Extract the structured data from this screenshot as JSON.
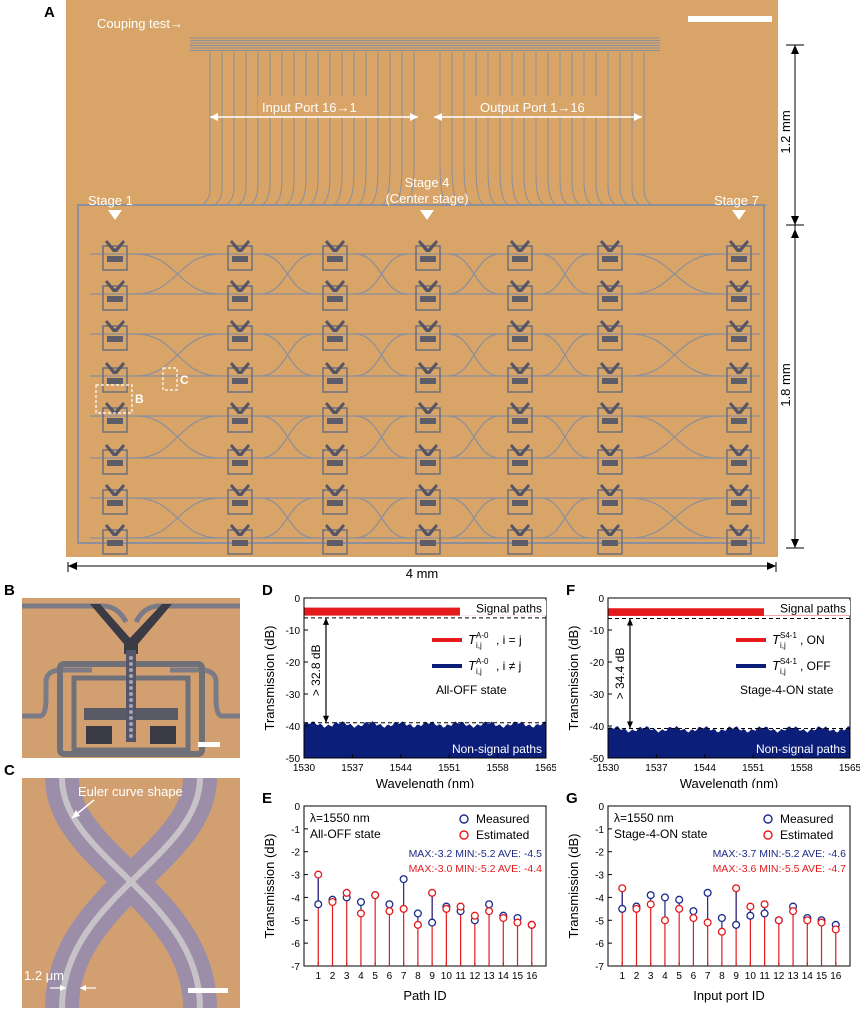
{
  "panel_letters": {
    "a": "A",
    "b": "B",
    "c": "C",
    "d": "D",
    "e": "E",
    "f": "F",
    "g": "G"
  },
  "panel_a": {
    "coupling_label": "Couping test→",
    "input_label": "Input Port 16→1",
    "output_label": "Output Port 1→16",
    "stage1": "Stage 1",
    "stage4_line1": "Stage 4",
    "stage4_line2": "(Center stage)",
    "stage7": "Stage 7",
    "dim_top": "1.2 mm",
    "dim_right": "1.8 mm",
    "dim_bottom": "4 mm",
    "inset_b": "B",
    "inset_c": "C",
    "colors": {
      "chip": "#d8a468",
      "waveguide": "#8c8f9c",
      "switch": "#555566"
    }
  },
  "panel_b": {
    "colors": {
      "bg": "#d2a070",
      "metal": "#6f7078",
      "dark": "#3b3b46"
    }
  },
  "panel_c": {
    "euler_label": "Euler curve shape",
    "width_label": "1.2 μm",
    "colors": {
      "bg": "#d2a070",
      "wg": "#9e8fa6"
    }
  },
  "chart_data": [
    {
      "id": "D",
      "type": "area",
      "xlabel": "Wavelength (nm)",
      "ylabel": "Transmission (dB)",
      "xlim": [
        1530,
        1565
      ],
      "ylim": [
        -50,
        0
      ],
      "xticks": [
        "1530",
        "1537",
        "1544",
        "1551",
        "1558",
        "1565"
      ],
      "yticks": [
        "0",
        "-10",
        "-20",
        "-30",
        "-40",
        "-50"
      ],
      "signal_label": "Signal paths",
      "nonsignal_label": "Non-signal paths",
      "state_label": "All-OFF state",
      "gap_label": "> 32.8 dB",
      "signal_band": [
        -5.5,
        -3.0
      ],
      "nonsignal_top": -39.5,
      "dashed": [
        -6.2,
        -39.0
      ],
      "legend": [
        {
          "sym": "T",
          "sup": "A-0",
          "sub": "i,j",
          "text": ", i = j",
          "color": "#e41a1c"
        },
        {
          "sym": "T",
          "sup": "A-0",
          "sub": "i,j",
          "text": ", i ≠ j",
          "color": "#0b1f7a"
        }
      ]
    },
    {
      "id": "F",
      "type": "area",
      "xlabel": "Wavelength (nm)",
      "ylabel": "Transmission (dB)",
      "xlim": [
        1530,
        1565
      ],
      "ylim": [
        -50,
        0
      ],
      "xticks": [
        "1530",
        "1537",
        "1544",
        "1551",
        "1558",
        "1565"
      ],
      "yticks": [
        "0",
        "-10",
        "-20",
        "-30",
        "-40",
        "-50"
      ],
      "signal_label": "Signal paths",
      "nonsignal_label": "Non-signal paths",
      "state_label": "Stage-4-ON state",
      "gap_label": "> 34.4 dB",
      "signal_band": [
        -5.6,
        -3.2
      ],
      "nonsignal_top": -41.0,
      "dashed": [
        -6.4,
        -40.8
      ],
      "legend": [
        {
          "sym": "T",
          "sup": "S4-1",
          "sub": "i,j",
          "text": ", ON",
          "color": "#e41a1c"
        },
        {
          "sym": "T",
          "sup": "S4-1",
          "sub": "i,j",
          "text": ", OFF",
          "color": "#0b1f7a"
        }
      ]
    },
    {
      "id": "E",
      "type": "scatter",
      "xlabel": "Path ID",
      "ylabel": "Transmission (dB)",
      "xlim": [
        0,
        17
      ],
      "ylim": [
        -7,
        0
      ],
      "categories": [
        "1",
        "2",
        "3",
        "4",
        "5",
        "6",
        "7",
        "8",
        "9",
        "10",
        "11",
        "12",
        "13",
        "14",
        "15",
        "16"
      ],
      "yticks": [
        "0",
        "-1",
        "-2",
        "-3",
        "-4",
        "-5",
        "-6",
        "-7"
      ],
      "lambda_label": "λ=1550 nm",
      "state_label": "All-OFF state",
      "legend_measured": "Measured",
      "legend_estimated": "Estimated",
      "stats_measured": "MAX:-3.2  MIN:-5.2  AVE: -4.5",
      "stats_estimated": "MAX:-3.0  MIN:-5.2  AVE: -4.4",
      "series": [
        {
          "name": "Measured",
          "color": "#1a2a8a",
          "values": [
            -4.3,
            -4.1,
            -4.0,
            -4.2,
            -3.9,
            -4.3,
            -3.2,
            -4.7,
            -5.1,
            -4.4,
            -4.6,
            -5.0,
            -4.3,
            -4.8,
            -4.9,
            -5.2
          ]
        },
        {
          "name": "Estimated",
          "color": "#e41a1c",
          "values": [
            -3.0,
            -4.2,
            -3.8,
            -4.7,
            -3.9,
            -4.6,
            -4.5,
            -5.2,
            -3.8,
            -4.5,
            -4.4,
            -4.8,
            -4.6,
            -4.9,
            -5.1,
            -5.2
          ]
        }
      ]
    },
    {
      "id": "G",
      "type": "scatter",
      "xlabel": "Input port ID",
      "ylabel": "Transmission (dB)",
      "xlim": [
        0,
        17
      ],
      "ylim": [
        -7,
        0
      ],
      "categories": [
        "1",
        "2",
        "3",
        "4",
        "5",
        "6",
        "7",
        "8",
        "9",
        "10",
        "11",
        "12",
        "13",
        "14",
        "15",
        "16"
      ],
      "yticks": [
        "0",
        "-1",
        "-2",
        "-3",
        "-4",
        "-5",
        "-6",
        "-7"
      ],
      "lambda_label": "λ=1550 nm",
      "state_label": "Stage-4-ON state",
      "legend_measured": "Measured",
      "legend_estimated": "Estimated",
      "stats_measured": "MAX:-3.7  MIN:-5.2  AVE: -4.6",
      "stats_estimated": "MAX:-3.6  MIN:-5.5  AVE: -4.7",
      "series": [
        {
          "name": "Measured",
          "color": "#1a2a8a",
          "values": [
            -4.5,
            -4.4,
            -3.9,
            -4.0,
            -4.1,
            -4.6,
            -3.8,
            -4.9,
            -5.2,
            -4.8,
            -4.7,
            -5.0,
            -4.4,
            -4.9,
            -5.0,
            -5.2
          ]
        },
        {
          "name": "Estimated",
          "color": "#e41a1c",
          "values": [
            -3.6,
            -4.5,
            -4.3,
            -5.0,
            -4.5,
            -4.9,
            -5.1,
            -5.5,
            -3.6,
            -4.4,
            -4.3,
            -5.0,
            -4.6,
            -5.0,
            -5.1,
            -5.4
          ]
        }
      ]
    }
  ]
}
